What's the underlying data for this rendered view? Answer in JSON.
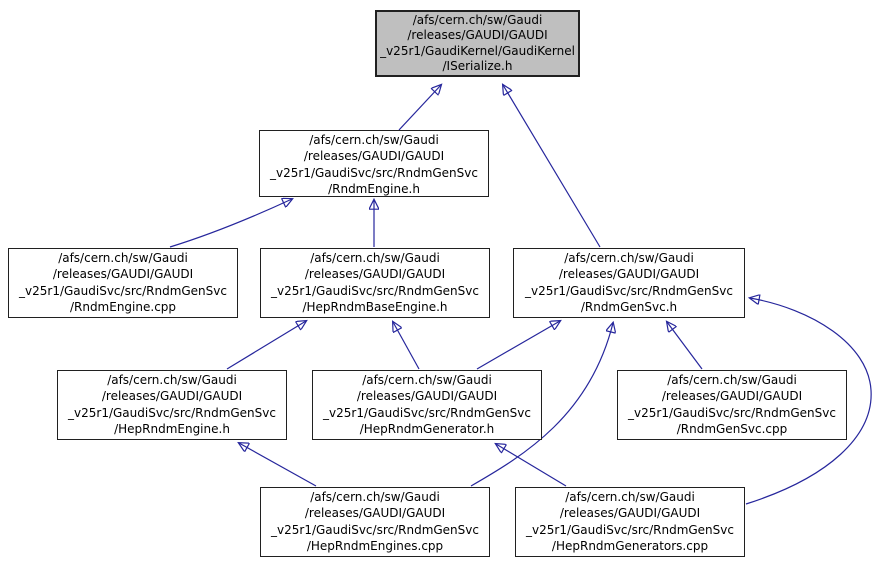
{
  "diagram": {
    "kind": "doxygen-included-by-graph",
    "colors": {
      "edge": "#26269C",
      "node_border": "#202020",
      "highlight_fill": "#BFBFBF",
      "background": "#FFFFFF",
      "text": "#000000"
    },
    "nodes": [
      {
        "id": "ISerialize.h",
        "highlighted": true,
        "lines": [
          "/afs/cern.ch/sw/Gaudi",
          "/releases/GAUDI/GAUDI",
          "_v25r1/GaudiKernel/GaudiKernel",
          "/ISerialize.h"
        ]
      },
      {
        "id": "RndmEngine.h",
        "highlighted": false,
        "lines": [
          "/afs/cern.ch/sw/Gaudi",
          "/releases/GAUDI/GAUDI",
          "_v25r1/GaudiSvc/src/RndmGenSvc",
          "/RndmEngine.h"
        ]
      },
      {
        "id": "RndmEngine.cpp",
        "highlighted": false,
        "lines": [
          "/afs/cern.ch/sw/Gaudi",
          "/releases/GAUDI/GAUDI",
          "_v25r1/GaudiSvc/src/RndmGenSvc",
          "/RndmEngine.cpp"
        ]
      },
      {
        "id": "HepRndmBaseEngine.h",
        "highlighted": false,
        "lines": [
          "/afs/cern.ch/sw/Gaudi",
          "/releases/GAUDI/GAUDI",
          "_v25r1/GaudiSvc/src/RndmGenSvc",
          "/HepRndmBaseEngine.h"
        ]
      },
      {
        "id": "RndmGenSvc.h",
        "highlighted": false,
        "lines": [
          "/afs/cern.ch/sw/Gaudi",
          "/releases/GAUDI/GAUDI",
          "_v25r1/GaudiSvc/src/RndmGenSvc",
          "/RndmGenSvc.h"
        ]
      },
      {
        "id": "HepRndmEngine.h",
        "highlighted": false,
        "lines": [
          "/afs/cern.ch/sw/Gaudi",
          "/releases/GAUDI/GAUDI",
          "_v25r1/GaudiSvc/src/RndmGenSvc",
          "/HepRndmEngine.h"
        ]
      },
      {
        "id": "HepRndmGenerator.h",
        "highlighted": false,
        "lines": [
          "/afs/cern.ch/sw/Gaudi",
          "/releases/GAUDI/GAUDI",
          "_v25r1/GaudiSvc/src/RndmGenSvc",
          "/HepRndmGenerator.h"
        ]
      },
      {
        "id": "RndmGenSvc.cpp",
        "highlighted": false,
        "lines": [
          "/afs/cern.ch/sw/Gaudi",
          "/releases/GAUDI/GAUDI",
          "_v25r1/GaudiSvc/src/RndmGenSvc",
          "/RndmGenSvc.cpp"
        ]
      },
      {
        "id": "HepRndmEngines.cpp",
        "highlighted": false,
        "lines": [
          "/afs/cern.ch/sw/Gaudi",
          "/releases/GAUDI/GAUDI",
          "_v25r1/GaudiSvc/src/RndmGenSvc",
          "/HepRndmEngines.cpp"
        ]
      },
      {
        "id": "HepRndmGenerators.cpp",
        "highlighted": false,
        "lines": [
          "/afs/cern.ch/sw/Gaudi",
          "/releases/GAUDI/GAUDI",
          "_v25r1/GaudiSvc/src/RndmGenSvc",
          "/HepRndmGenerators.cpp"
        ]
      }
    ],
    "edges": [
      {
        "from": "RndmEngine.h",
        "to": "ISerialize.h"
      },
      {
        "from": "RndmGenSvc.h",
        "to": "ISerialize.h"
      },
      {
        "from": "RndmEngine.cpp",
        "to": "RndmEngine.h"
      },
      {
        "from": "HepRndmBaseEngine.h",
        "to": "RndmEngine.h"
      },
      {
        "from": "HepRndmEngine.h",
        "to": "HepRndmBaseEngine.h"
      },
      {
        "from": "HepRndmGenerator.h",
        "to": "HepRndmBaseEngine.h"
      },
      {
        "from": "HepRndmGenerator.h",
        "to": "RndmGenSvc.h"
      },
      {
        "from": "HepRndmEngines.cpp",
        "to": "RndmGenSvc.h"
      },
      {
        "from": "RndmGenSvc.cpp",
        "to": "RndmGenSvc.h"
      },
      {
        "from": "HepRndmGenerators.cpp",
        "to": "RndmGenSvc.h"
      },
      {
        "from": "HepRndmEngines.cpp",
        "to": "HepRndmEngine.h"
      },
      {
        "from": "HepRndmGenerators.cpp",
        "to": "HepRndmGenerator.h"
      }
    ]
  }
}
